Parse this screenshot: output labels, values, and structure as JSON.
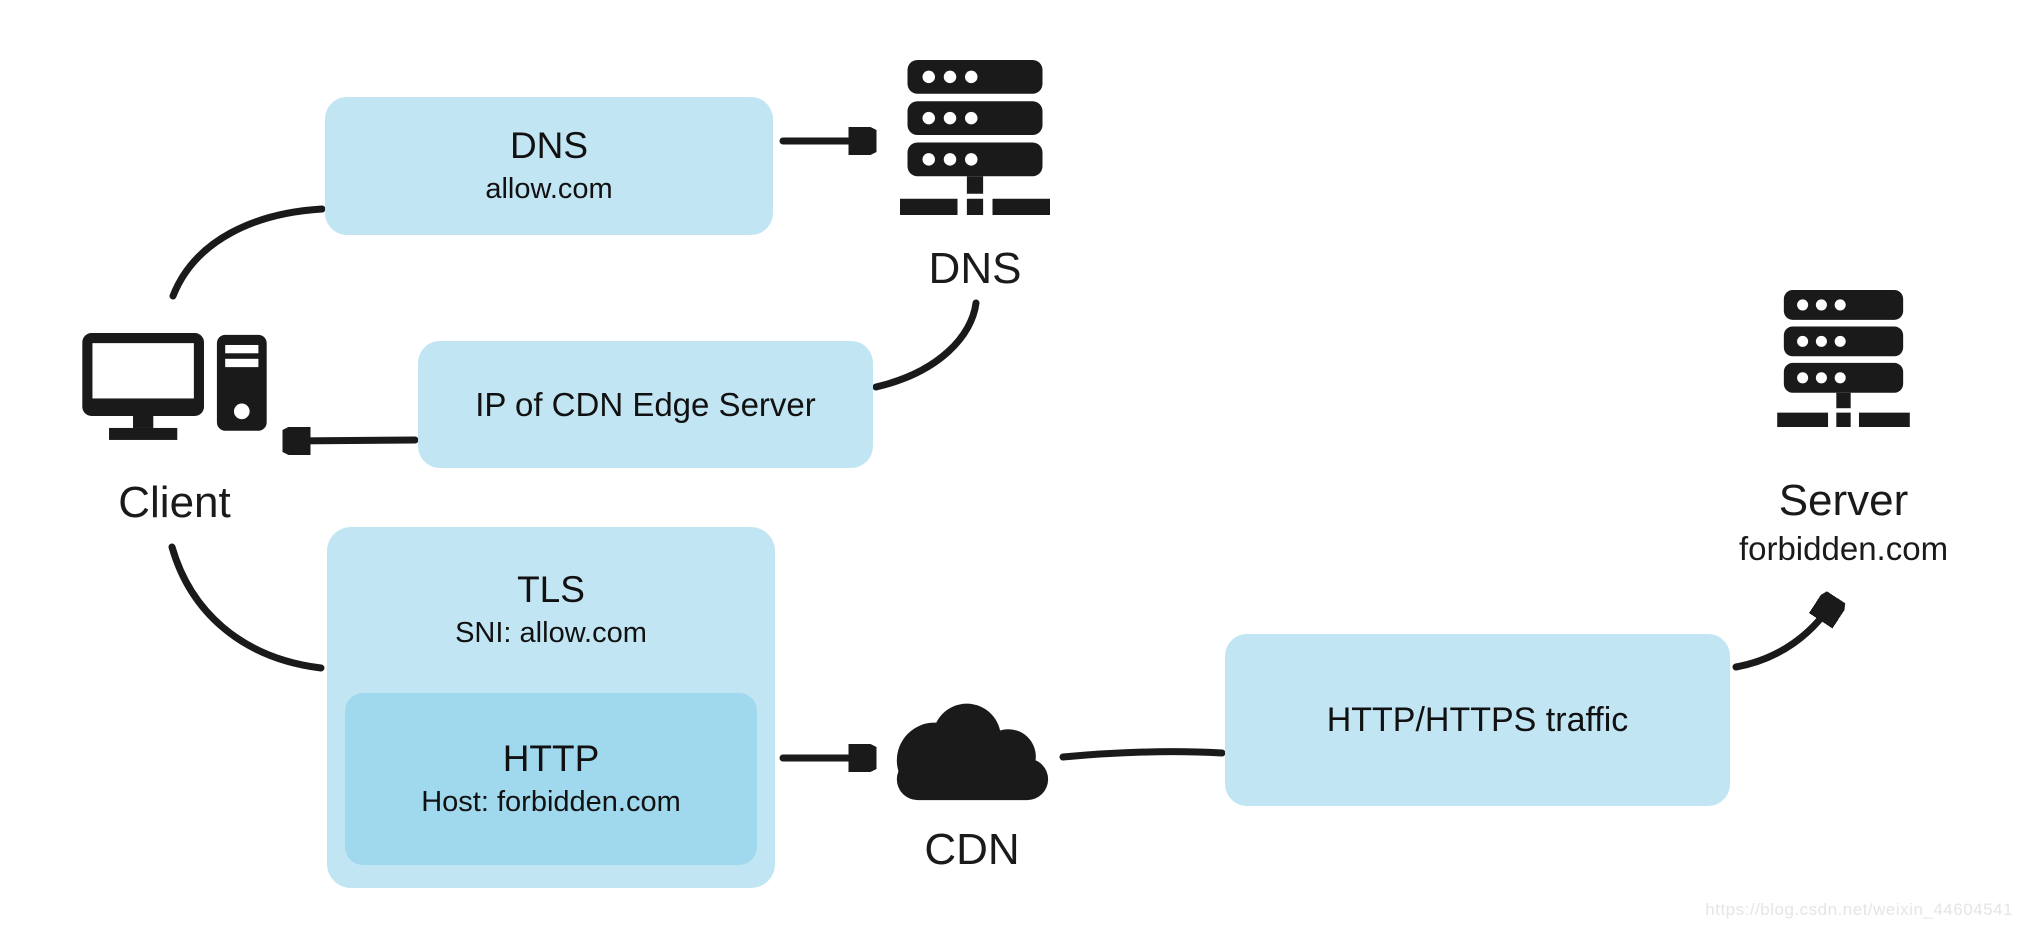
{
  "nodes": {
    "client": {
      "label": "Client"
    },
    "dns_server": {
      "label": "DNS"
    },
    "cdn": {
      "label": "CDN"
    },
    "server": {
      "label": "Server",
      "domain": "forbidden.com"
    }
  },
  "boxes": {
    "dns_query": {
      "title": "DNS",
      "subtitle": "allow.com"
    },
    "dns_response": {
      "title": "IP of CDN Edge Server"
    },
    "tls": {
      "title": "TLS",
      "subtitle": "SNI: allow.com"
    },
    "http": {
      "title": "HTTP",
      "subtitle": "Host: forbidden.com"
    },
    "traffic": {
      "title": "HTTP/HTTPS traffic"
    }
  },
  "colors": {
    "background": "#ffffff",
    "box_fill": "#c1e5f3",
    "inner_box_fill": "#a0d8ed",
    "ink": "#1a1a1a",
    "watermark_color": "#e5e5e5"
  },
  "watermark": "https://blog.csdn.net/weixin_44604541"
}
